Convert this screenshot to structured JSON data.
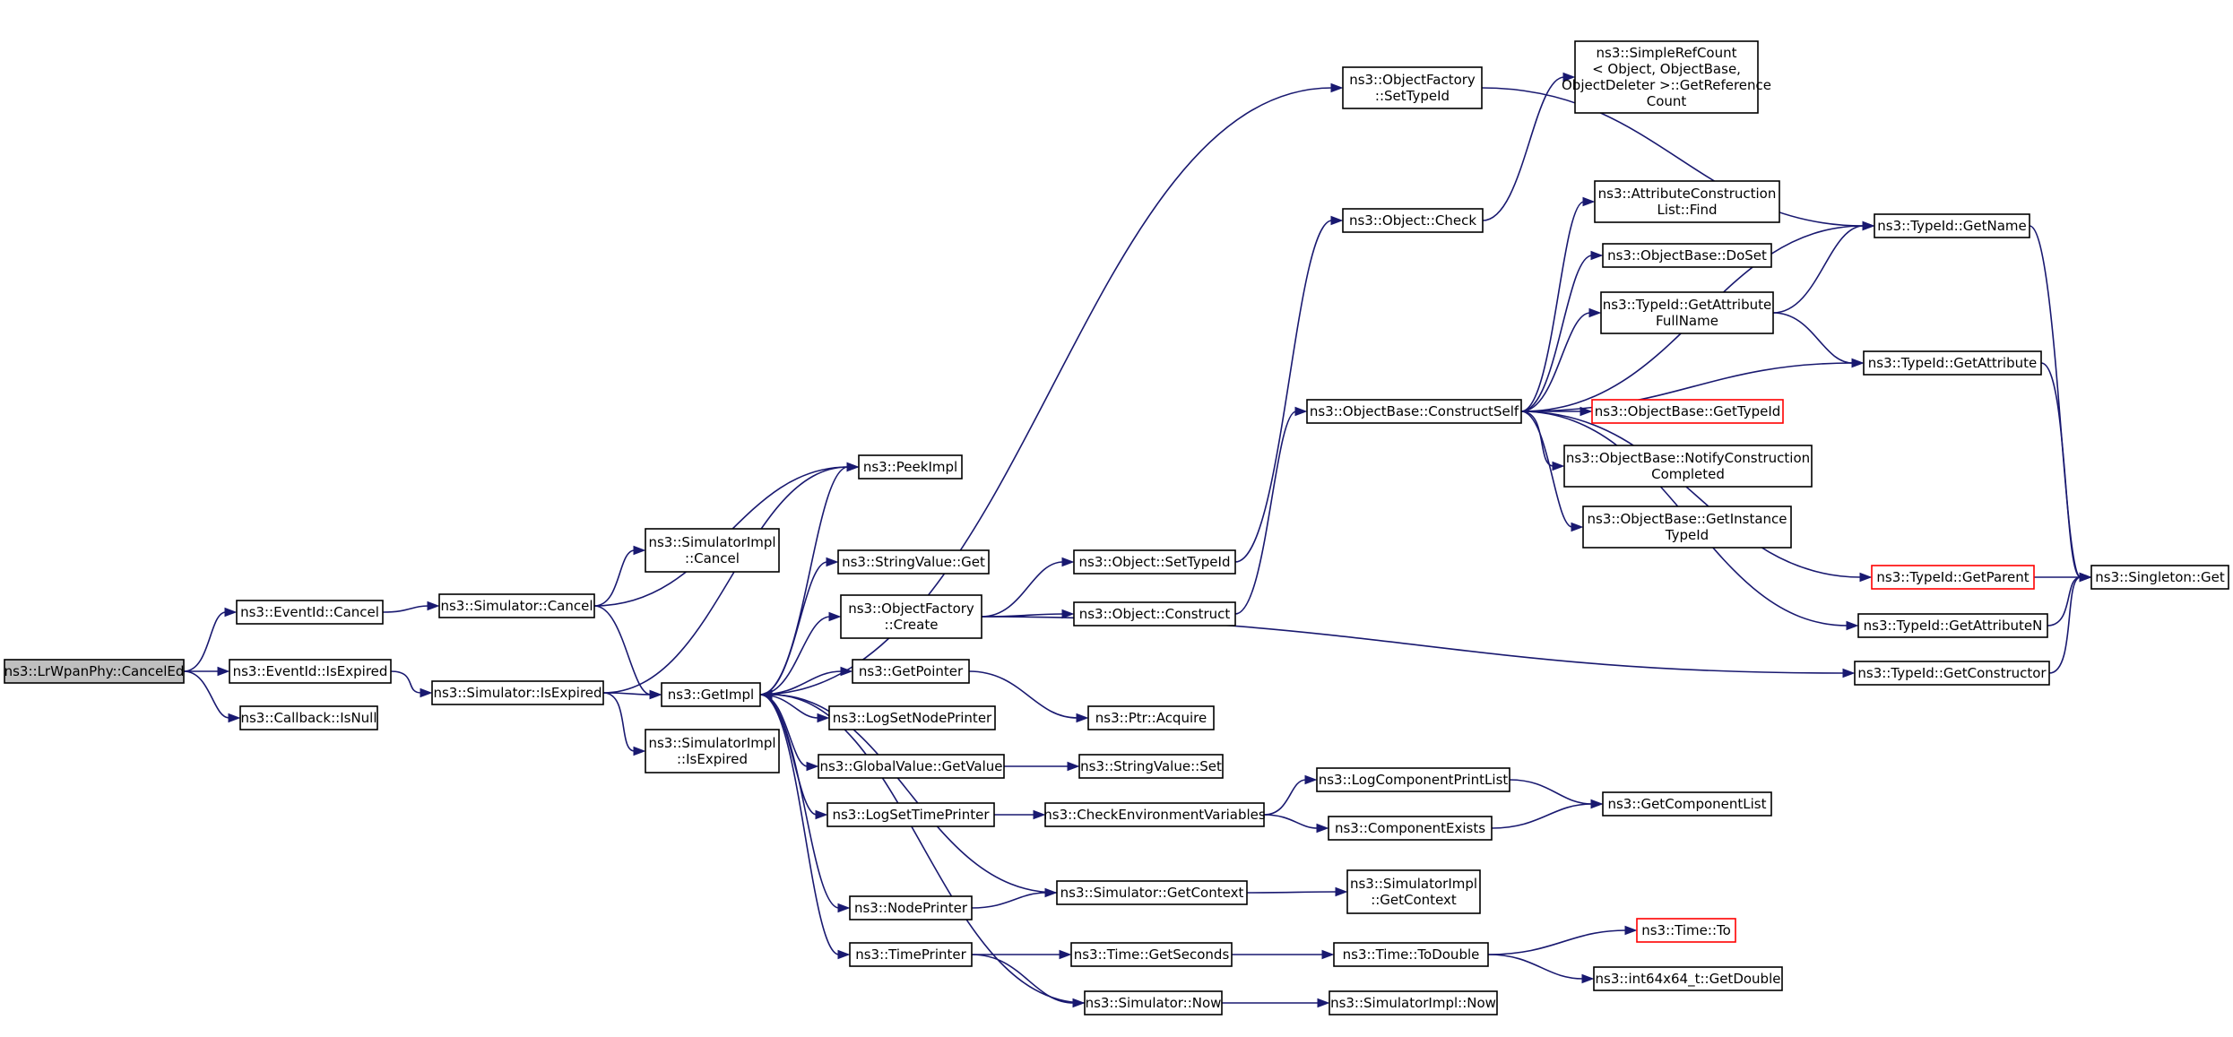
{
  "colors": {
    "edge": "#191970",
    "node_border": "#000000",
    "root_fill": "#bfbfbf",
    "highlight_border": "#ff0000"
  },
  "nodes": [
    {
      "id": "n0",
      "lines": [
        "ns3::LrWpanPhy::CancelEd"
      ],
      "style": "root"
    },
    {
      "id": "n1",
      "lines": [
        "ns3::EventId::Cancel"
      ]
    },
    {
      "id": "n2",
      "lines": [
        "ns3::EventId::IsExpired"
      ]
    },
    {
      "id": "n3",
      "lines": [
        "ns3::Callback::IsNull"
      ]
    },
    {
      "id": "n4",
      "lines": [
        "ns3::Simulator::Cancel"
      ]
    },
    {
      "id": "n5",
      "lines": [
        "ns3::Simulator::IsExpired"
      ]
    },
    {
      "id": "n6",
      "lines": [
        "ns3::SimulatorImpl",
        "::Cancel"
      ]
    },
    {
      "id": "n7",
      "lines": [
        "ns3::GetImpl"
      ]
    },
    {
      "id": "n8",
      "lines": [
        "ns3::SimulatorImpl",
        "::IsExpired"
      ]
    },
    {
      "id": "n9",
      "lines": [
        "ns3::PeekImpl"
      ]
    },
    {
      "id": "n10",
      "lines": [
        "ns3::StringValue::Get"
      ]
    },
    {
      "id": "n11",
      "lines": [
        "ns3::ObjectFactory",
        "::Create"
      ]
    },
    {
      "id": "n12",
      "lines": [
        "ns3::GetPointer"
      ]
    },
    {
      "id": "n13",
      "lines": [
        "ns3::LogSetNodePrinter"
      ]
    },
    {
      "id": "n14",
      "lines": [
        "ns3::GlobalValue::GetValue"
      ]
    },
    {
      "id": "n15",
      "lines": [
        "ns3::LogSetTimePrinter"
      ]
    },
    {
      "id": "n16",
      "lines": [
        "ns3::NodePrinter"
      ]
    },
    {
      "id": "n17",
      "lines": [
        "ns3::TimePrinter"
      ]
    },
    {
      "id": "n18",
      "lines": [
        "ns3::ObjectFactory",
        "::SetTypeId"
      ]
    },
    {
      "id": "n19",
      "lines": [
        "ns3::Object::SetTypeId"
      ]
    },
    {
      "id": "n20",
      "lines": [
        "ns3::Object::Construct"
      ]
    },
    {
      "id": "n21",
      "lines": [
        "ns3::Ptr::Acquire"
      ]
    },
    {
      "id": "n22",
      "lines": [
        "ns3::StringValue::Set"
      ]
    },
    {
      "id": "n23",
      "lines": [
        "ns3::CheckEnvironmentVariables"
      ]
    },
    {
      "id": "n24",
      "lines": [
        "ns3::Simulator::GetContext"
      ]
    },
    {
      "id": "n25",
      "lines": [
        "ns3::Time::GetSeconds"
      ]
    },
    {
      "id": "n26",
      "lines": [
        "ns3::Simulator::Now"
      ]
    },
    {
      "id": "n27",
      "lines": [
        "ns3::Object::Check"
      ]
    },
    {
      "id": "n28",
      "lines": [
        "ns3::ObjectBase::ConstructSelf"
      ]
    },
    {
      "id": "n29",
      "lines": [
        "ns3::LogComponentPrintList"
      ]
    },
    {
      "id": "n30",
      "lines": [
        "ns3::ComponentExists"
      ]
    },
    {
      "id": "n31",
      "lines": [
        "ns3::SimulatorImpl",
        "::GetContext"
      ]
    },
    {
      "id": "n32",
      "lines": [
        "ns3::Time::ToDouble"
      ]
    },
    {
      "id": "n33",
      "lines": [
        "ns3::SimulatorImpl::Now"
      ]
    },
    {
      "id": "n34",
      "lines": [
        "ns3::SimpleRefCount",
        "< Object, ObjectBase,",
        " ObjectDeleter >::GetReference",
        "Count"
      ]
    },
    {
      "id": "n35",
      "lines": [
        "ns3::AttributeConstruction",
        "List::Find"
      ]
    },
    {
      "id": "n36",
      "lines": [
        "ns3::ObjectBase::DoSet"
      ]
    },
    {
      "id": "n37",
      "lines": [
        "ns3::TypeId::GetAttribute",
        "FullName"
      ]
    },
    {
      "id": "n38",
      "lines": [
        "ns3::ObjectBase::GetTypeId"
      ],
      "style": "red"
    },
    {
      "id": "n39",
      "lines": [
        "ns3::ObjectBase::NotifyConstruction",
        "Completed"
      ]
    },
    {
      "id": "n40",
      "lines": [
        "ns3::ObjectBase::GetInstance",
        "TypeId"
      ]
    },
    {
      "id": "n41",
      "lines": [
        "ns3::GetComponentList"
      ]
    },
    {
      "id": "n42",
      "lines": [
        "ns3::Time::To"
      ],
      "style": "red"
    },
    {
      "id": "n43",
      "lines": [
        "ns3::int64x64_t::GetDouble"
      ]
    },
    {
      "id": "n44",
      "lines": [
        "ns3::TypeId::GetName"
      ]
    },
    {
      "id": "n45",
      "lines": [
        "ns3::TypeId::GetAttribute"
      ]
    },
    {
      "id": "n46",
      "lines": [
        "ns3::TypeId::GetParent"
      ],
      "style": "red"
    },
    {
      "id": "n47",
      "lines": [
        "ns3::TypeId::GetAttributeN"
      ]
    },
    {
      "id": "n48",
      "lines": [
        "ns3::TypeId::GetConstructor"
      ]
    },
    {
      "id": "n49",
      "lines": [
        "ns3::Singleton::Get"
      ]
    }
  ],
  "edges": [
    [
      "n0",
      "n1"
    ],
    [
      "n0",
      "n2"
    ],
    [
      "n0",
      "n3"
    ],
    [
      "n1",
      "n4"
    ],
    [
      "n2",
      "n5"
    ],
    [
      "n4",
      "n6"
    ],
    [
      "n4",
      "n7"
    ],
    [
      "n4",
      "n9"
    ],
    [
      "n5",
      "n7"
    ],
    [
      "n5",
      "n8"
    ],
    [
      "n5",
      "n9"
    ],
    [
      "n7",
      "n9"
    ],
    [
      "n7",
      "n10"
    ],
    [
      "n7",
      "n11"
    ],
    [
      "n7",
      "n12"
    ],
    [
      "n7",
      "n13"
    ],
    [
      "n7",
      "n14"
    ],
    [
      "n7",
      "n15"
    ],
    [
      "n7",
      "n16"
    ],
    [
      "n7",
      "n17"
    ],
    [
      "n7",
      "n18"
    ],
    [
      "n11",
      "n19"
    ],
    [
      "n11",
      "n20"
    ],
    [
      "n11",
      "n48"
    ],
    [
      "n12",
      "n21"
    ],
    [
      "n14",
      "n22"
    ],
    [
      "n15",
      "n23"
    ],
    [
      "n16",
      "n24"
    ],
    [
      "n17",
      "n25"
    ],
    [
      "n17",
      "n26"
    ],
    [
      "n18",
      "n44"
    ],
    [
      "n19",
      "n27"
    ],
    [
      "n20",
      "n28"
    ],
    [
      "n23",
      "n29"
    ],
    [
      "n23",
      "n30"
    ],
    [
      "n24",
      "n7"
    ],
    [
      "n24",
      "n31"
    ],
    [
      "n25",
      "n32"
    ],
    [
      "n26",
      "n7"
    ],
    [
      "n26",
      "n33"
    ],
    [
      "n27",
      "n34"
    ],
    [
      "n28",
      "n35"
    ],
    [
      "n28",
      "n36"
    ],
    [
      "n28",
      "n37"
    ],
    [
      "n28",
      "n38"
    ],
    [
      "n28",
      "n39"
    ],
    [
      "n28",
      "n40"
    ],
    [
      "n28",
      "n44"
    ],
    [
      "n28",
      "n45"
    ],
    [
      "n28",
      "n46"
    ],
    [
      "n28",
      "n47"
    ],
    [
      "n29",
      "n41"
    ],
    [
      "n30",
      "n41"
    ],
    [
      "n32",
      "n42"
    ],
    [
      "n32",
      "n43"
    ],
    [
      "n37",
      "n44"
    ],
    [
      "n37",
      "n45"
    ],
    [
      "n44",
      "n49"
    ],
    [
      "n45",
      "n49"
    ],
    [
      "n46",
      "n49"
    ],
    [
      "n47",
      "n49"
    ],
    [
      "n48",
      "n49"
    ]
  ]
}
